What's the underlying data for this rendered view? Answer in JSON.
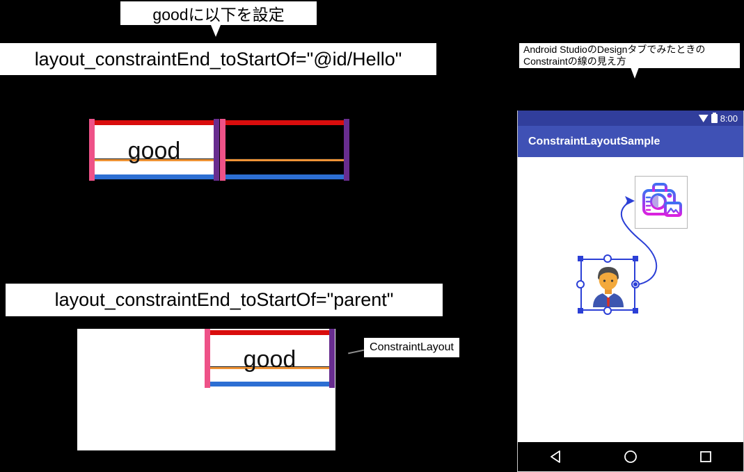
{
  "colors": {
    "background": "#000000",
    "anchor_pink": "#EE5288",
    "anchor_red": "#D90D0D",
    "anchor_purple": "#682D8F",
    "anchor_blue": "#2D6FD3",
    "baseline_orange": "#EE9336",
    "constraint_blue": "#2B3FD6",
    "status_bar": "#313E9C",
    "app_bar": "#3F51B5"
  },
  "icons": {
    "tooltip_tail": "pointer-tail-icon",
    "wifi": "wifi-icon",
    "battery": "battery-icon",
    "camera": "camera-image-icon",
    "person": "person-avatar-icon",
    "back": "back-triangle-icon",
    "home": "home-circle-icon",
    "recents": "recents-square-icon"
  },
  "section_hello": {
    "tooltip_label": "goodに以下を設定",
    "code_label": "layout_constraintEnd_toStartOf=\"@id/Hello\"",
    "good_box_label": "good"
  },
  "section_parent": {
    "code_label": "layout_constraintEnd_toStartOf=\"parent\"",
    "good_box_label": "good",
    "callout_label": "ConstraintLayout"
  },
  "design_preview": {
    "callout_line1": "Android StudioのDesignタブでみたときの",
    "callout_line2": "Constraintの線の見え方",
    "status_time": "8:00",
    "app_title": "ConstraintLayoutSample"
  }
}
